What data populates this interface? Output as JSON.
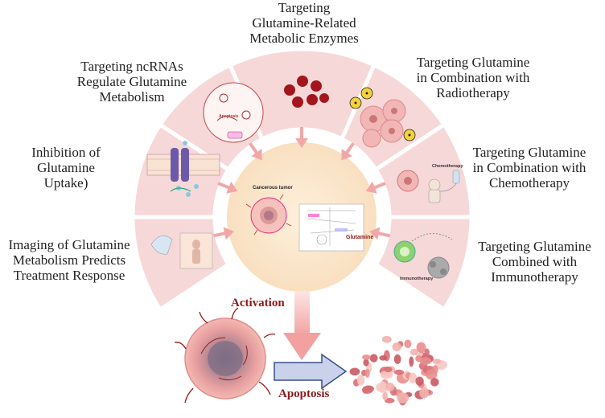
{
  "strategies": [
    {
      "id": "enzymes",
      "label": "Targeting\nGlutamine-Related\nMetabolic Enzymes"
    },
    {
      "id": "ncrna",
      "label": "Targeting ncRNAs\nRegulate Glutamine\nMetabolism"
    },
    {
      "id": "radio",
      "label": "Targeting Glutamine\nin Combination with\nRadiotherapy"
    },
    {
      "id": "uptake",
      "label": "Inhibition of\nGlutamine\nUptake)"
    },
    {
      "id": "chemo",
      "label": "Targeting Glutamine\nin Combination with\nChemotherapy"
    },
    {
      "id": "imaging",
      "label": "Imaging of Glutamine\nMetabolism Predicts\nTreatment Response"
    },
    {
      "id": "immuno",
      "label": "Targeting Glutamine\nCombined with\nImmunotherapy"
    }
  ],
  "center": {
    "tumor_label": "Cancerous tumor",
    "pathway_label": "Glutamine"
  },
  "panel_text": {
    "apoptosis": "Apoptosis",
    "chemotherapy": "Chemotherapy",
    "immunotherapy": "Immunotherapy"
  },
  "flow": {
    "activation": "Activation",
    "apoptosis": "Apoptosis"
  },
  "colors": {
    "fan": "#f6d8d8",
    "fan_edge": "#ffffff",
    "center": "#fbe6cc",
    "arrow": "#f2a7a7",
    "label_red": "#8b1a1a",
    "flow_arrow": "#c9d2ea"
  }
}
